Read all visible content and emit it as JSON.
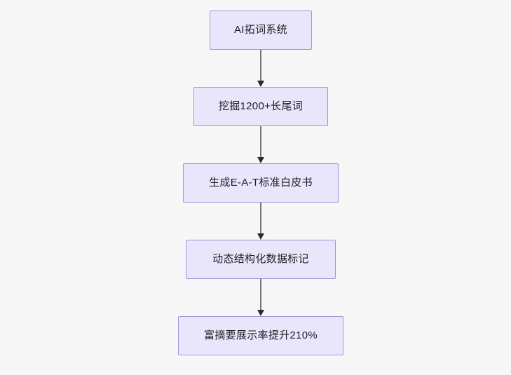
{
  "diagram": {
    "type": "flowchart",
    "direction": "top-to-bottom",
    "background_color": "#f7f7f8",
    "node_fill_color": "#e9e6fb",
    "node_border_color": "#a98fd8",
    "node_text_color": "#1f1f24",
    "edge_color": "#767676",
    "arrowhead_color": "#2b2b2b",
    "nodes": [
      {
        "id": "n1",
        "label": "AI拓词系统"
      },
      {
        "id": "n2",
        "label": "挖掘1200+长尾词"
      },
      {
        "id": "n3",
        "label": "生成E-A-T标准白皮书"
      },
      {
        "id": "n4",
        "label": "动态结构化数据标记"
      },
      {
        "id": "n5",
        "label": "富摘要展示率提升210%"
      }
    ],
    "edges": [
      {
        "from": "n1",
        "to": "n2",
        "label": ""
      },
      {
        "from": "n2",
        "to": "n3",
        "label": ""
      },
      {
        "from": "n3",
        "to": "n4",
        "label": ""
      },
      {
        "from": "n4",
        "to": "n5",
        "label": ""
      }
    ]
  }
}
